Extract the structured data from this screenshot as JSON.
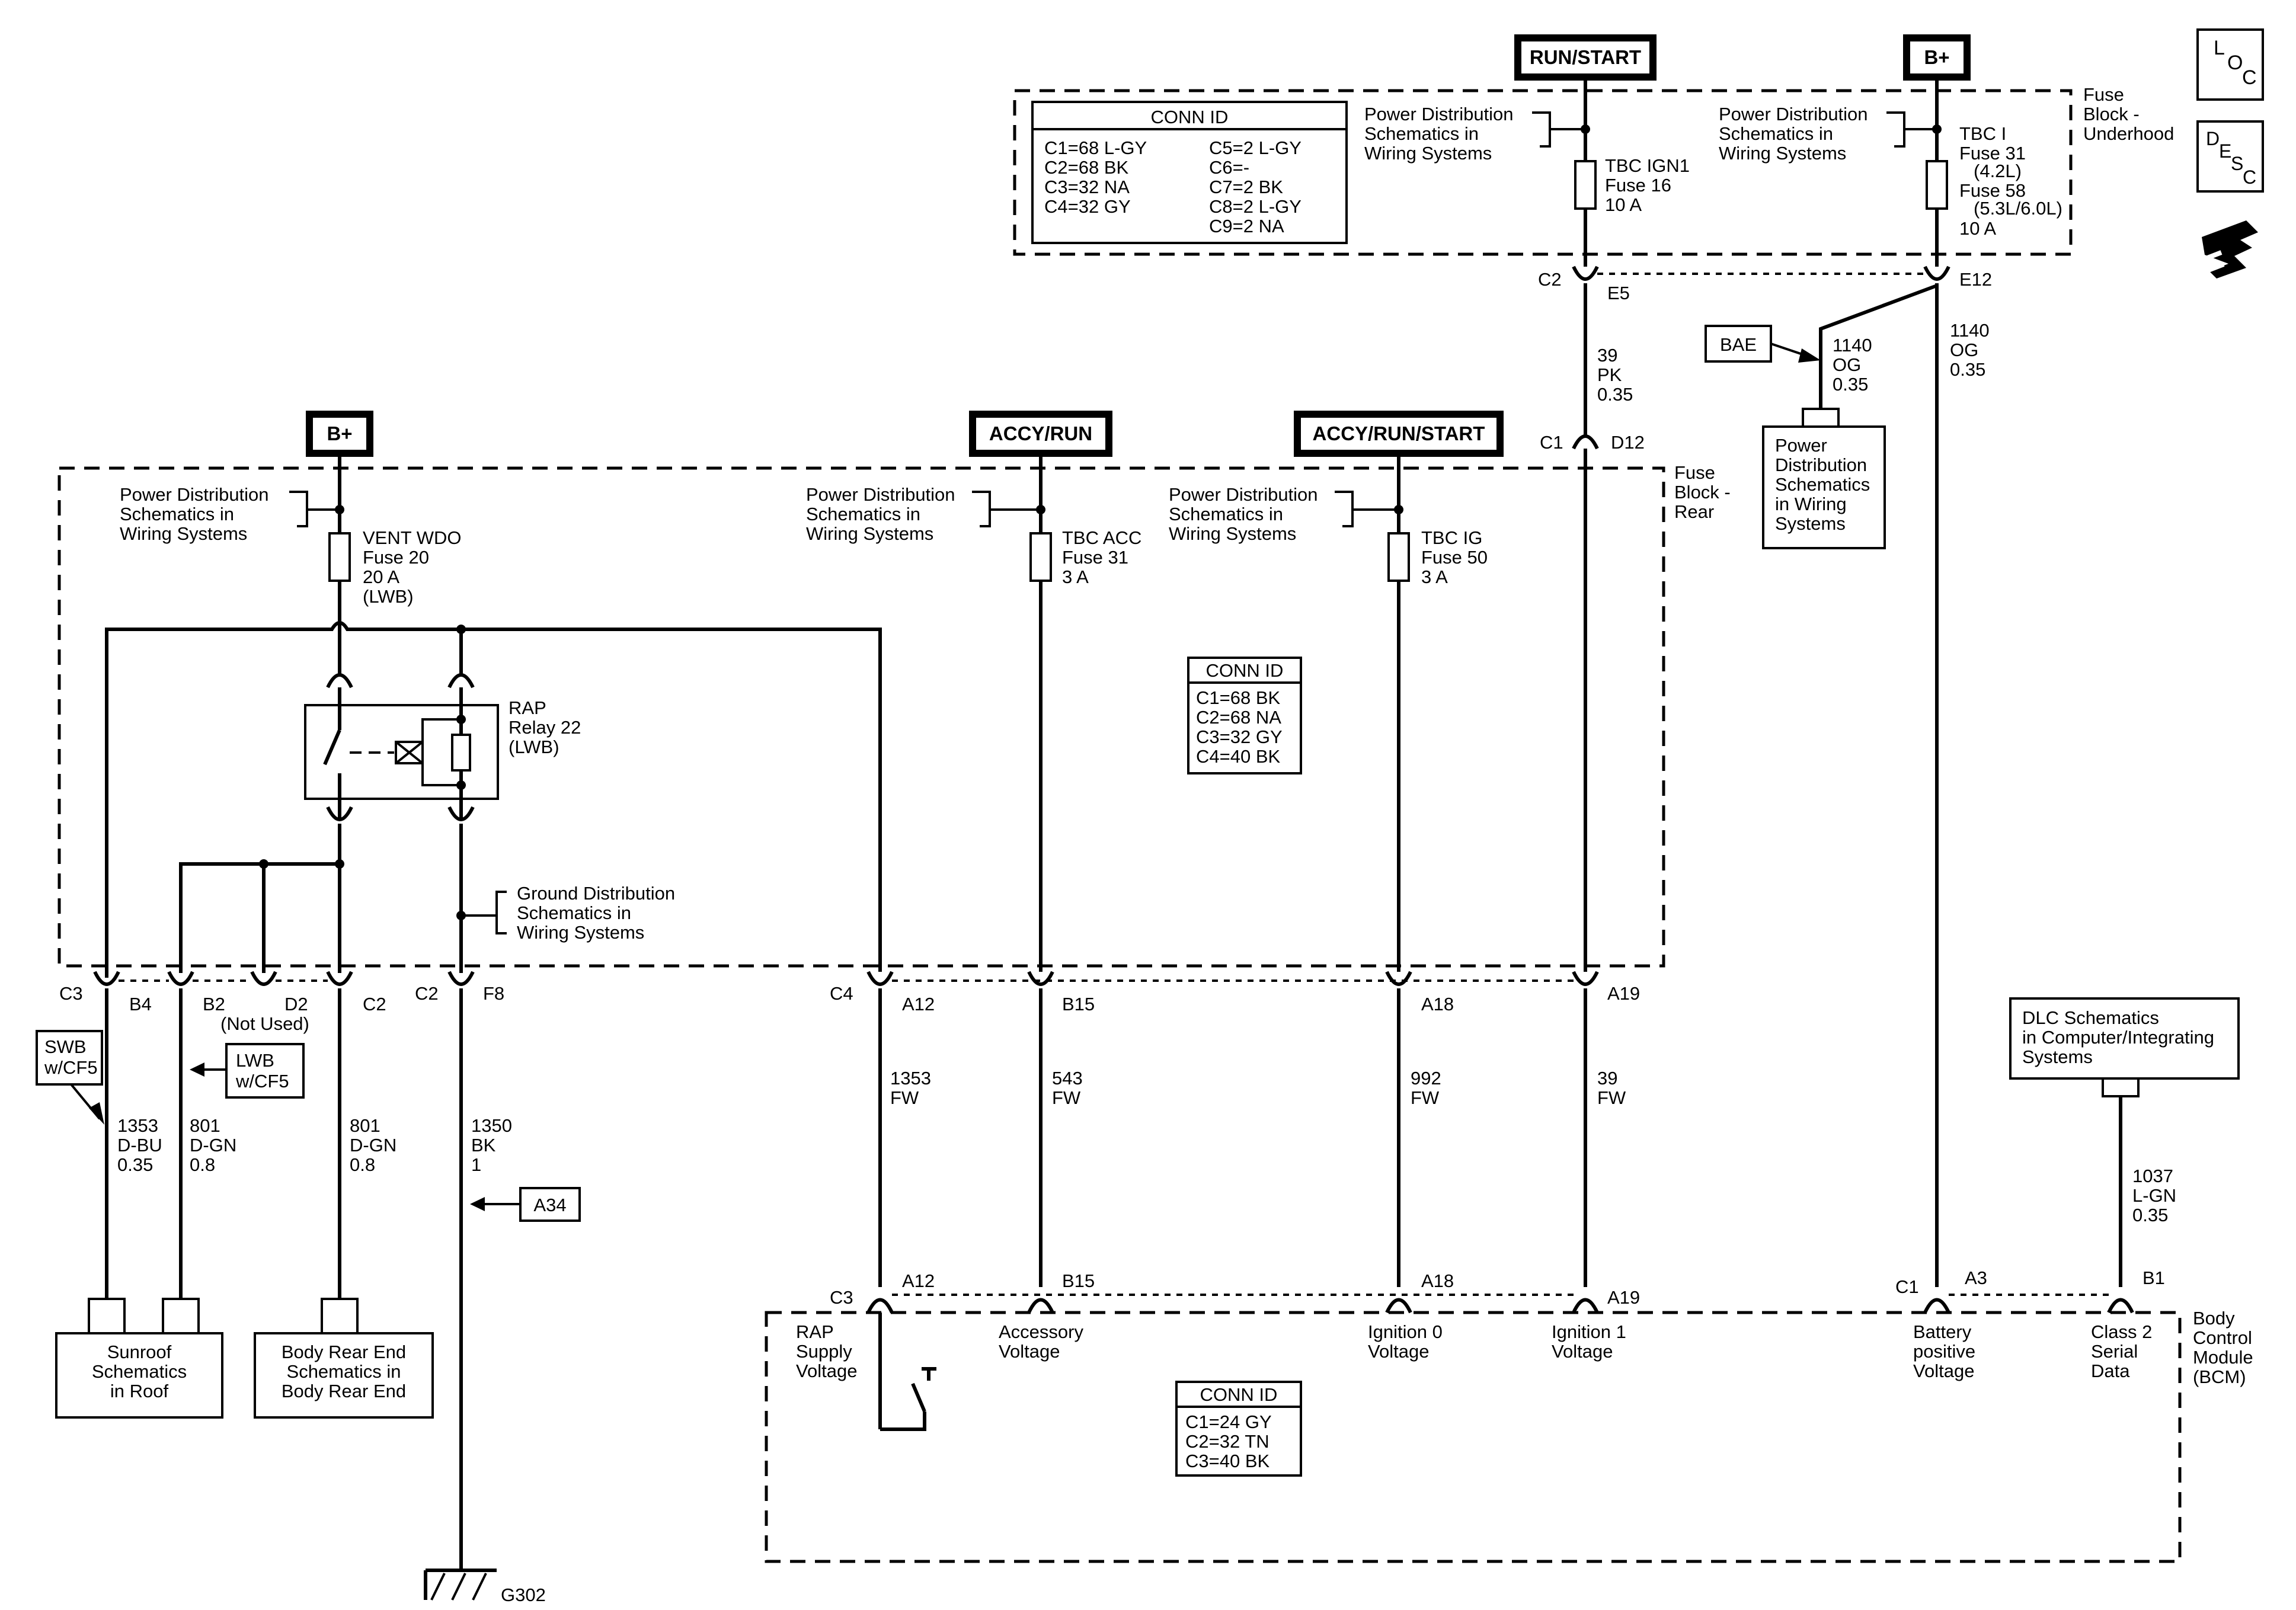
{
  "sources": {
    "run_start": "RUN/START",
    "bplus_top": "B+",
    "bplus_left": "B+",
    "accy_run": "ACCY/RUN",
    "accy_run_start": "ACCY/RUN/START"
  },
  "icons": {
    "loc": "loc-icon",
    "desc": "desc-icon",
    "connector_tool": "hand-tool-icon"
  },
  "underhood": {
    "label": [
      "Fuse",
      "Block -",
      "Underhood"
    ],
    "conn_id_title": "CONN ID",
    "conn_id_left": [
      "C1=68 L-GY",
      "C2=68 BK",
      "C3=32 NA",
      "C4=32 GY"
    ],
    "conn_id_right": [
      "C5=2 L-GY",
      "C6=-",
      "C7=2 BK",
      "C8=2 L-GY",
      "C9=2 NA"
    ],
    "pd_ref_1": [
      "Power Distribution",
      "Schematics in",
      "Wiring Systems"
    ],
    "pd_ref_2": [
      "Power Distribution",
      "Schematics in",
      "Wiring Systems"
    ],
    "fuse_ign1": [
      "TBC IGN1",
      "Fuse 16",
      "10 A"
    ],
    "fuse_i": [
      "TBC I",
      "Fuse 31",
      "(4.2L)",
      "Fuse 58",
      "(5.3L/6.0L)",
      "10 A"
    ],
    "pin_c2": "C2",
    "pin_e5": "E5",
    "pin_e12": "E12"
  },
  "wires_top": {
    "w39": [
      "39",
      "PK",
      "0.35"
    ],
    "w1140a": [
      "1140",
      "OG",
      "0.35"
    ],
    "w1140b": [
      "1140",
      "OG",
      "0.35"
    ],
    "bae": "BAE",
    "pd_ref_3": [
      "Power",
      "Distribution",
      "Schematics",
      "in Wiring",
      "Systems"
    ],
    "pin_c1": "C1",
    "pin_d12": "D12"
  },
  "rear": {
    "label": [
      "Fuse",
      "Block -",
      "Rear"
    ],
    "pd_ref_left": [
      "Power Distribution",
      "Schematics in",
      "Wiring Systems"
    ],
    "pd_ref_acc": [
      "Power Distribution",
      "Schematics in",
      "Wiring Systems"
    ],
    "pd_ref_ig": [
      "Power Distribution",
      "Schematics in",
      "Wiring Systems"
    ],
    "fuse_vent": [
      "VENT WDO",
      "Fuse 20",
      "20 A",
      "(LWB)"
    ],
    "fuse_acc": [
      "TBC ACC",
      "Fuse 31",
      "3 A"
    ],
    "fuse_ig": [
      "TBC IG",
      "Fuse 50",
      "3 A"
    ],
    "relay": [
      "RAP",
      "Relay 22",
      "(LWB)"
    ],
    "gd_ref": [
      "Ground Distribution",
      "Schematics in",
      "Wiring Systems"
    ],
    "conn_id_title": "CONN ID",
    "conn_id": [
      "C1=68 BK",
      "C2=68 NA",
      "C3=32 GY",
      "C4=40 BK"
    ]
  },
  "rear_pins": {
    "c3": "C3",
    "b4": "B4",
    "b2": "B2",
    "d2": "D2",
    "not_used": "(Not Used)",
    "c2a": "C2",
    "c2b": "C2",
    "f8": "F8",
    "c4": "C4",
    "a12": "A12",
    "b15": "B15",
    "a18": "A18",
    "a19": "A19"
  },
  "wires_mid": {
    "swb": [
      "SWB",
      "w/CF5"
    ],
    "lwb": [
      "LWB",
      "w/CF5"
    ],
    "w1353": [
      "1353",
      "D-BU",
      "0.35"
    ],
    "w801a": [
      "801",
      "D-GN",
      "0.8"
    ],
    "w801b": [
      "801",
      "D-GN",
      "0.8"
    ],
    "w1350": [
      "1350",
      "BK",
      "1"
    ],
    "a34": "A34",
    "w1353fw": [
      "1353",
      "FW"
    ],
    "w543": [
      "543",
      "FW"
    ],
    "w992": [
      "992",
      "FW"
    ],
    "w39fw": [
      "39",
      "FW"
    ],
    "dlc_ref": [
      "DLC Schematics",
      "in Computer/Integrating",
      "Systems"
    ],
    "w1037": [
      "1037",
      "L-GN",
      "0.35"
    ]
  },
  "bottom_refs": {
    "sunroof": [
      "Sunroof",
      "Schematics",
      "in Roof"
    ],
    "body_rear": [
      "Body Rear End",
      "Schematics in",
      "Body Rear End"
    ],
    "ground": "G302"
  },
  "bcm": {
    "label": [
      "Body",
      "Control",
      "Module",
      "(BCM)"
    ],
    "pins": {
      "c3": "C3",
      "a12": "A12",
      "b15": "B15",
      "a18": "A18",
      "a19": "A19",
      "c1": "C1",
      "a3": "A3",
      "b1": "B1"
    },
    "rap": [
      "RAP",
      "Supply",
      "Voltage"
    ],
    "accessory": [
      "Accessory",
      "Voltage"
    ],
    "ign0": [
      "Ignition 0",
      "Voltage"
    ],
    "ign1": [
      "Ignition 1",
      "Voltage"
    ],
    "battery": [
      "Battery",
      "positive",
      "Voltage"
    ],
    "class2": [
      "Class 2",
      "Serial",
      "Data"
    ],
    "conn_id_title": "CONN ID",
    "conn_id": [
      "C1=24 GY",
      "C2=32 TN",
      "C3=40 BK"
    ]
  }
}
